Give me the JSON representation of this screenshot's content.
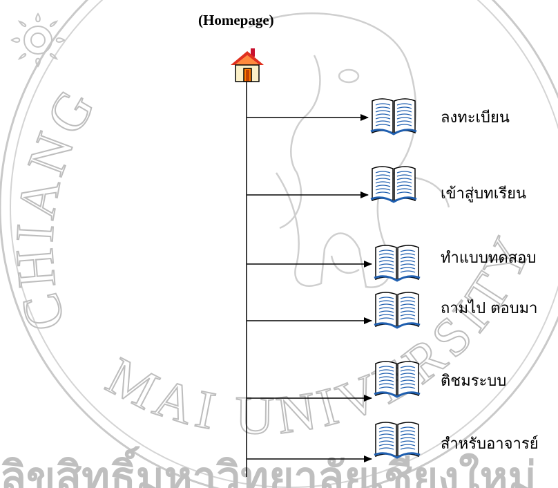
{
  "diagram": {
    "title": "(Homepage)",
    "root_icon": "home-icon",
    "branch_icon": "book-icon",
    "items": [
      {
        "label": "ลงทะเบียน"
      },
      {
        "label": "เข้าสู่บทเรียน"
      },
      {
        "label": "ทำแบบทดสอบ"
      },
      {
        "label": "ถามไป ตอบมา"
      },
      {
        "label": "ติชมระบบ"
      },
      {
        "label": "สำหรับอาจารย์"
      }
    ]
  },
  "watermark": {
    "lettering": "CHIANG MAI UNIVERSITY",
    "bottom_lettering": "ลิขสิทธิ์มหาวิทยาลัยเชียงใหม่",
    "color": "#b8b8b8"
  }
}
